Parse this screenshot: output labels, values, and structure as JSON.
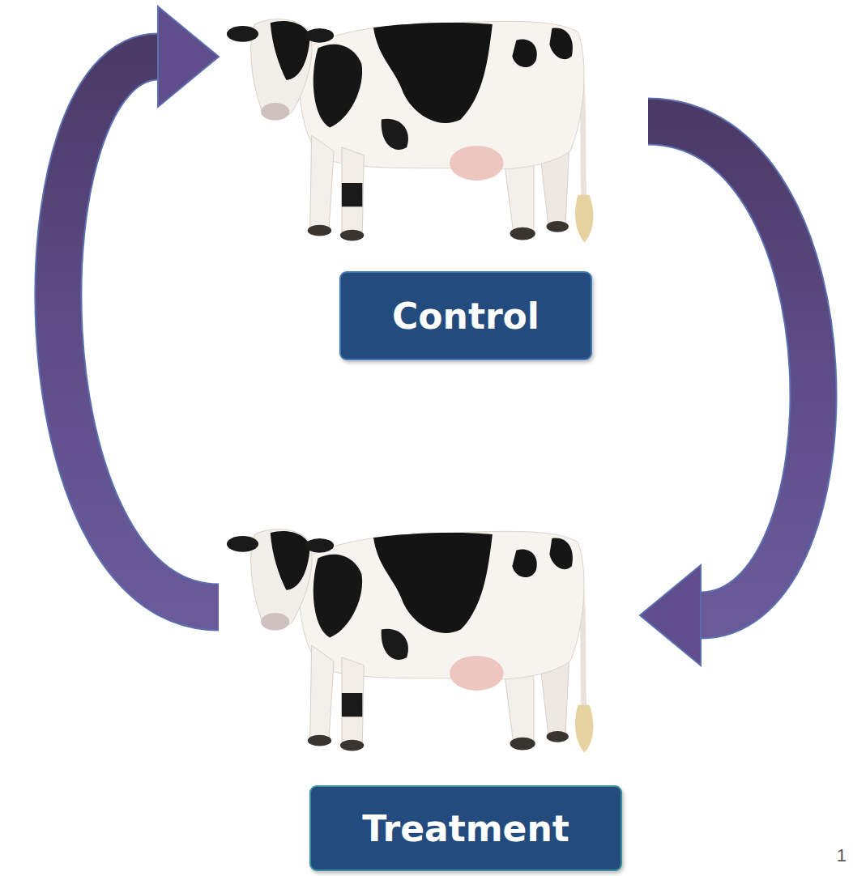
{
  "diagram": {
    "nodes": [
      {
        "text": [
          "Control"
        ]
      },
      {
        "text": [
          "Treatment"
        ]
      }
    ],
    "edges": [
      {
        "from": 0,
        "to": 1,
        "arrow": "to"
      },
      {
        "from": 1,
        "to": 0,
        "arrow": "to"
      }
    ],
    "labels": [
      "1"
    ]
  }
}
